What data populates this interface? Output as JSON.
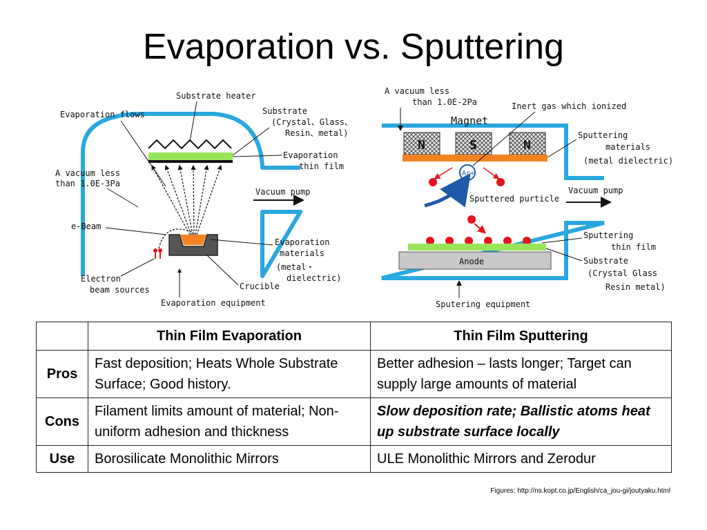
{
  "title": "Evaporation vs. Sputtering",
  "evaporation_figure": {
    "labels": {
      "substrate_heater": "Substrate heater",
      "evaporation_flows": "Evaporation flows",
      "substrate_line1": "Substrate",
      "substrate_line2": "(Crystal、Glass、",
      "substrate_line3": "Resin、metal)",
      "vacuum_line1": "A vacuum less",
      "vacuum_line2": "than 1.0E-3Pa",
      "thin_film_line1": "Evaporation",
      "thin_film_line2": "thin film",
      "vacuum_pump": "Vacuum pump",
      "ebeam": "e-Beam",
      "materials_line1": "Evaporation",
      "materials_line2": "materials",
      "materials_line3": "(metal・",
      "materials_line4": "dielectric)",
      "electron_line1": "Electron",
      "electron_line2": "beam sources",
      "crucible": "Crucible",
      "equipment": "Evaporation equipment"
    }
  },
  "sputtering_figure": {
    "labels": {
      "vacuum_line1": "A vacuum less",
      "vacuum_line2": "than 1.0E-2Pa",
      "inert_gas": "Inert gas which ionized",
      "magnet": "Magnet",
      "magnet_n1": "N",
      "magnet_s": "S",
      "magnet_n2": "N",
      "materials_line1": "Sputtering",
      "materials_line2": "materials",
      "materials_line3": "(metal dielectric)",
      "ion": "Ar+",
      "vacuum_pump": "Vacuum pump",
      "sputtered_particle": "Sputtered purticle",
      "thin_film_line1": "Sputtering",
      "thin_film_line2": "thin film",
      "anode": "Anode",
      "substrate_line1": "Substrate",
      "substrate_line2": "(Crystal Glass",
      "substrate_line3": "Resin metal)",
      "equipment": "Sputering equipment"
    }
  },
  "table": {
    "headers": [
      "",
      "Thin Film Evaporation",
      "Thin Film Sputtering"
    ],
    "rows": [
      {
        "label": "Pros",
        "evaporation": "Fast deposition; Heats Whole Substrate Surface; Good history.",
        "sputtering": "Better adhesion – lasts longer; Target can supply large amounts of material"
      },
      {
        "label": "Cons",
        "evaporation": "Filament limits amount of material; Non-uniform adhesion and thickness",
        "sputtering": "Slow deposition rate; Ballistic atoms heat up substrate surface locally"
      },
      {
        "label": "Use",
        "evaporation": "Borosilicate Monolithic Mirrors",
        "sputtering": "ULE Monolithic Mirrors and Zerodur"
      }
    ]
  },
  "footnote": "Figures: http://ns.kopt.co.jp/English/ca_jou-gi/joutyaku.html",
  "colors": {
    "chamber": "#29a8e0",
    "film": "#99e55a",
    "target": "#f58220",
    "particle": "#e8131b",
    "ion": "#1e5aa8",
    "crucible": "#555555",
    "anode": "#c8c8c8"
  }
}
